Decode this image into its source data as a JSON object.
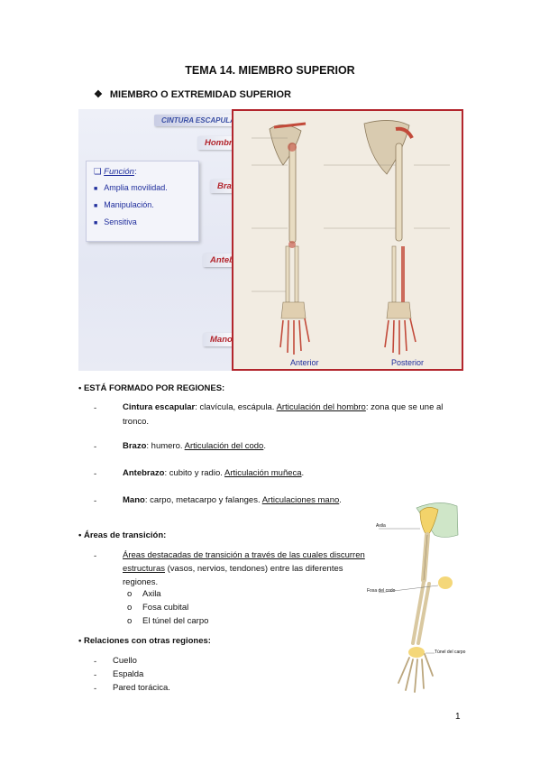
{
  "title": "TEMA 14. MIEMBRO SUPERIOR",
  "subtitle": {
    "symbol": "❖",
    "text": "MIEMBRO O EXTREMIDAD SUPERIOR"
  },
  "figure": {
    "tags": {
      "cintura": "CINTURA ESCAPULAR",
      "hombro": "Hombro",
      "brazo": "Brazo",
      "antebrazo": "Antebrazo",
      "mano": "Mano"
    },
    "funcion": {
      "bullet": "❑",
      "heading": "Función",
      "colon": ":",
      "items": [
        "Amplia movilidad.",
        "Manipulación.",
        "Sensitiva"
      ]
    },
    "captions": {
      "anterior": "Anterior",
      "posterior": "Posterior"
    }
  },
  "section1": {
    "heading": "• ESTÁ FORMADO POR REGIONES:",
    "items": [
      {
        "term": "Cintura escapular",
        "text1": ": clavícula, escápula. ",
        "link": "Articulación del hombro",
        "text2": ": zona que se une al",
        "text3": "tronco."
      },
      {
        "term": "Brazo",
        "text1": ": humero. ",
        "link": "Articulación del codo",
        "text2": "."
      },
      {
        "term": "Antebrazo",
        "text1": ": cubito y radio. ",
        "link": "Articulación muñeca",
        "text2": "."
      },
      {
        "term": "Mano",
        "text1": ": carpo, metacarpo y falanges. ",
        "link": "Articulaciones mano",
        "text2": "."
      }
    ]
  },
  "section2": {
    "heading": "• Áreas de transición:",
    "line1_link": "Áreas destacadas de transición a través de las cuales discurren",
    "line2_link": "estructuras",
    "line2_rest": " (vasos, nervios, tendones) entre las diferentes",
    "line3": "regiones.",
    "subitems": [
      "Axila",
      "Fosa cubital",
      "El túnel del carpo"
    ]
  },
  "section3": {
    "heading": "• Relaciones con otras regiones:",
    "items": [
      "Cuello",
      "Espalda",
      "Pared torácica."
    ]
  },
  "figure2": {
    "labels": {
      "axila": "Axila",
      "fosa": "Fosa del codo",
      "tunel": "Túnel del carpo"
    }
  },
  "page_number": "1",
  "colors": {
    "accent_red": "#b3262d",
    "blue_text": "#1f2d9c"
  }
}
